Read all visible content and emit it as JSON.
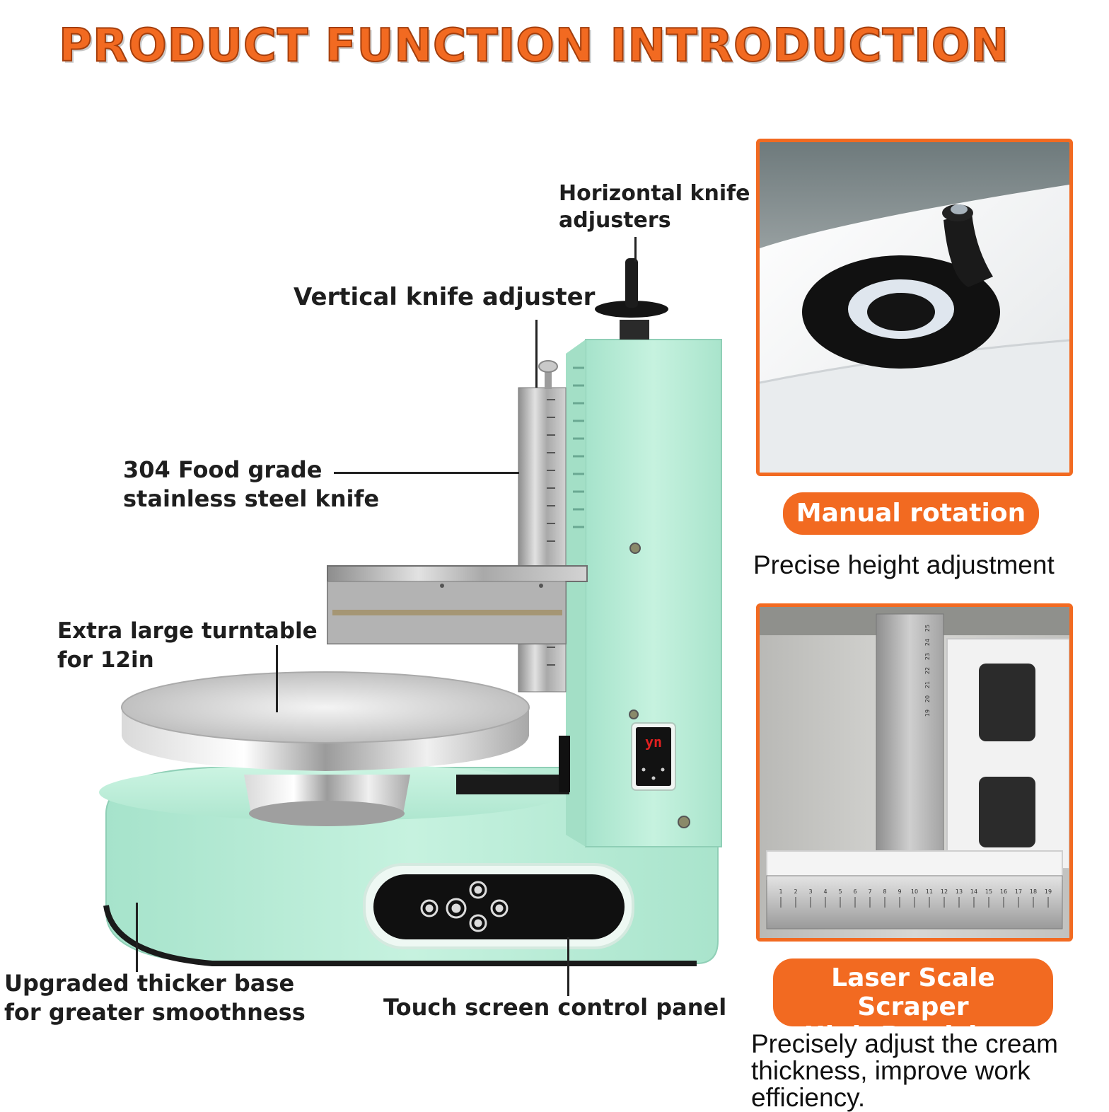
{
  "header": {
    "title": "PRODUCT FUNCTION INTRODUCTION"
  },
  "machine": {
    "display_readout": "yn",
    "labels": {
      "horizontal_knife": [
        "Horizontal knife",
        "adjusters"
      ],
      "vertical_knife": "Vertical knife adjuster",
      "stainless_knife": [
        "304 Food grade",
        "stainless steel knife"
      ],
      "turntable": [
        "Extra large turntable",
        "for 12in"
      ],
      "base": [
        "Upgraded thicker base",
        "for greater smoothness"
      ],
      "control_panel": "Touch screen control panel"
    }
  },
  "features": [
    {
      "badge": "Manual rotation",
      "description": "Precise height adjustment"
    },
    {
      "badge": [
        "Laser Scale Scraper",
        "High-Precision."
      ],
      "description": [
        "Precisely adjust the cream",
        "thickness, improve work",
        "efficiency."
      ]
    }
  ],
  "ruler_marks": [
    "1",
    "2",
    "3",
    "4",
    "5",
    "6",
    "7",
    "8",
    "9",
    "10",
    "11",
    "12",
    "13",
    "14",
    "15",
    "16",
    "17",
    "18",
    "19"
  ],
  "vertical_ruler_marks": [
    "19",
    "20",
    "21",
    "22",
    "23",
    "24",
    "25"
  ],
  "colors": {
    "accent": "#f26a21",
    "machine_body": "#b7ecd6",
    "text": "#1e1e1e"
  }
}
